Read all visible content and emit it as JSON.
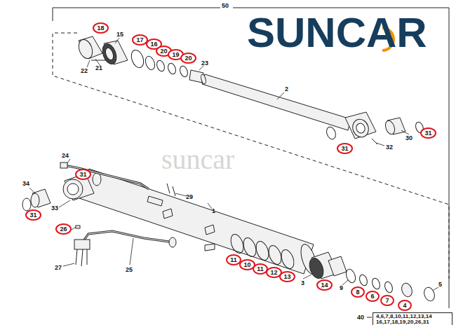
{
  "diagram": {
    "nodes": [
      {
        "text": [
          "18"
        ]
      },
      {
        "text": [
          "17"
        ]
      },
      {
        "text": [
          "16"
        ]
      },
      {
        "text": [
          "20"
        ]
      },
      {
        "text": [
          "19"
        ]
      },
      {
        "text": [
          "20"
        ]
      },
      {
        "text": [
          "31"
        ]
      },
      {
        "text": [
          "31"
        ]
      },
      {
        "text": [
          "31"
        ]
      },
      {
        "text": [
          "31"
        ]
      },
      {
        "text": [
          "26"
        ]
      },
      {
        "text": [
          "11"
        ]
      },
      {
        "text": [
          "10"
        ]
      },
      {
        "text": [
          "11"
        ]
      },
      {
        "text": [
          "12"
        ]
      },
      {
        "text": [
          "13"
        ]
      },
      {
        "text": [
          "14"
        ]
      },
      {
        "text": [
          "8"
        ]
      },
      {
        "text": [
          "6"
        ]
      },
      {
        "text": [
          "7"
        ]
      },
      {
        "text": [
          "4"
        ]
      },
      {
        "text": [
          "4,6,7,8,10,11,12,13,14 16,17,18,19,20,26,31"
        ]
      }
    ],
    "labels": [
      "SUNCAR",
      "50",
      "15",
      "21",
      "22",
      "23",
      "2",
      "30",
      "32",
      "suncar",
      "24",
      "34",
      "29",
      "33",
      "1",
      "25",
      "27",
      "3",
      "9",
      "5",
      "40"
    ]
  }
}
